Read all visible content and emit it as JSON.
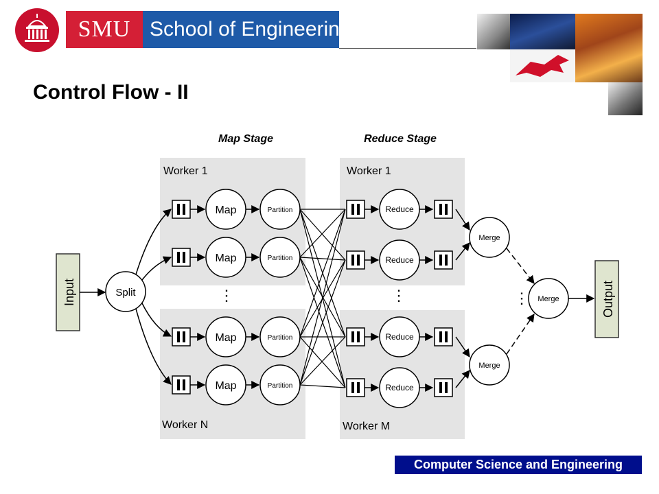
{
  "header": {
    "smu_label": "SMU",
    "school_label": "School of Engineering"
  },
  "slide_title": "Control Flow - II",
  "footer_label": "Computer Science and Engineering",
  "diagram": {
    "map_stage_label": "Map Stage",
    "reduce_stage_label": "Reduce Stage",
    "map_worker_top": "Worker 1",
    "map_worker_bottom": "Worker N",
    "reduce_worker_top": "Worker 1",
    "reduce_worker_bottom": "Worker M",
    "input_label": "Input",
    "output_label": "Output",
    "split_label": "Split",
    "map_label": "Map",
    "partition_label": "Partition",
    "reduce_label": "Reduce",
    "merge_label": "Merge"
  }
}
